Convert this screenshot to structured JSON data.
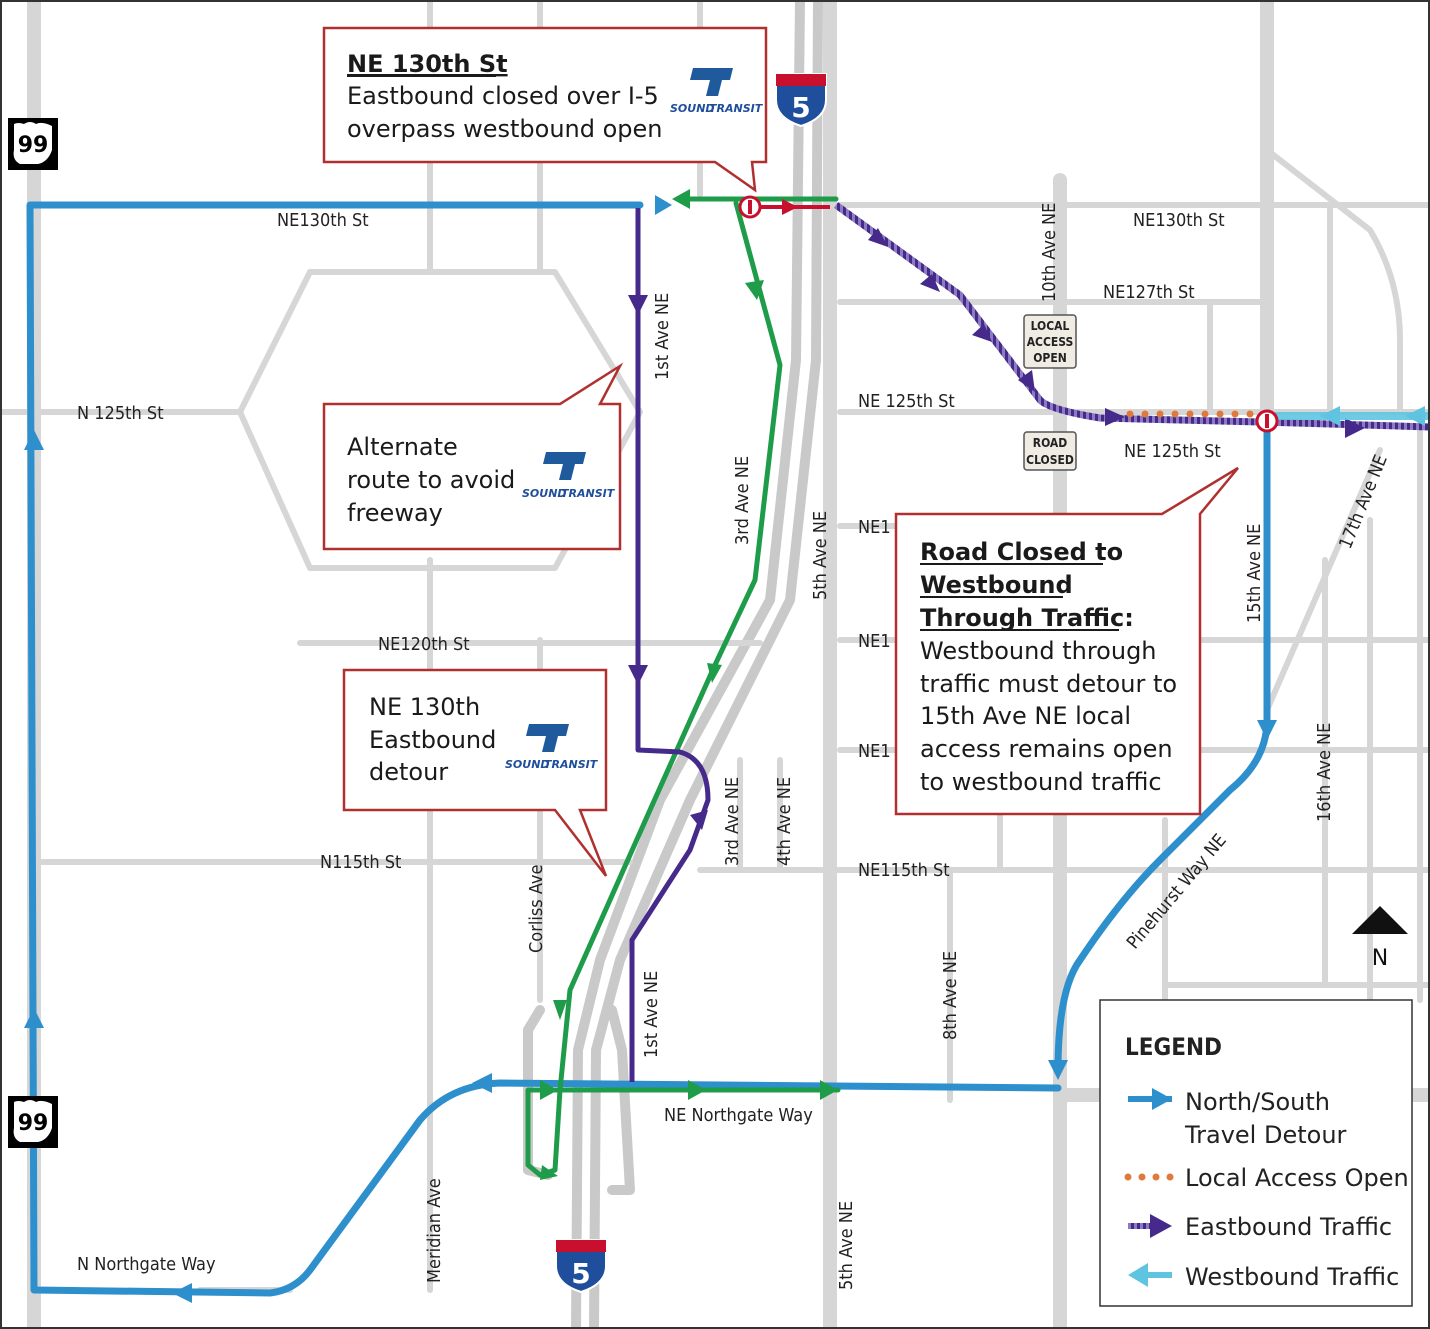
{
  "callouts": {
    "ne130_closed": {
      "title": "NE 130th St",
      "line1": "Eastbound closed over I-5",
      "line2": "overpass westbound open"
    },
    "alternate": {
      "line1": "Alternate",
      "line2": "route to avoid",
      "line3": "freeway"
    },
    "eb_detour": {
      "line1": "NE 130th",
      "line2": "Eastbound",
      "line3": "detour"
    },
    "road_closed": {
      "title1": "Road Closed to",
      "title2": "Westbound",
      "title3": "Through Traffic:",
      "line1": "Westbound through",
      "line2": "traffic must detour to",
      "line3": "15th Ave NE local",
      "line4": "access remains open",
      "line5": "to westbound traffic"
    }
  },
  "logo": {
    "line1": "SOUND",
    "line2": "TRANSIT"
  },
  "signs": {
    "local_access": [
      "LOCAL",
      "ACCESS",
      "OPEN"
    ],
    "road_closed": [
      "ROAD",
      "CLOSED"
    ]
  },
  "shields": {
    "sr99": "99",
    "i5": "5"
  },
  "streets": {
    "ne130_left": "NE130th St",
    "ne130_right": "NE130th St",
    "ne127": "NE127th St",
    "n125": "N 125th St",
    "ne125_upper": "NE 125th  St",
    "ne125_lower": "NE 125th  St",
    "ne120": "NE120th St",
    "n115": "N115th St",
    "ne115": "NE115th St",
    "ne_partial": "NE1",
    "ave10": "10th Ave NE",
    "ave1_north": "1st Ave NE",
    "ave1_south": "1st Ave NE",
    "ave3_north": "3rd Ave NE",
    "ave3_south": "3rd Ave NE",
    "ave4": "4th Ave NE",
    "ave5_north": "5th Ave NE",
    "ave5_south": "5th Ave NE",
    "ave8": "8th Ave NE",
    "ave15": "15th Ave NE",
    "ave16": "16th Ave NE",
    "ave17": "17th Ave NE",
    "pinehurst": "Pinehurst Way NE",
    "corliss": "Corliss Ave",
    "meridian": "Meridian Ave",
    "ne_northgate": "NE Northgate Way",
    "n_northgate": "N Northgate Way"
  },
  "north_arrow": "N",
  "legend": {
    "title": "LEGEND",
    "items": [
      {
        "line1": "North/South",
        "line2": "Travel Detour"
      },
      {
        "line1": "Local Access Open"
      },
      {
        "line1": "Eastbound Traffic"
      },
      {
        "line1": "Westbound Traffic"
      }
    ]
  },
  "colors": {
    "blue_detour": "#2e8fcd",
    "green_route": "#1f9c4a",
    "purple_route": "#452a8b",
    "closed_red": "#c8102e",
    "local_access_orange": "#e07a3a",
    "westbound_cyan": "#5fc4e0",
    "road_gray": "#d6d6d6",
    "callout_border": "#b03030"
  }
}
